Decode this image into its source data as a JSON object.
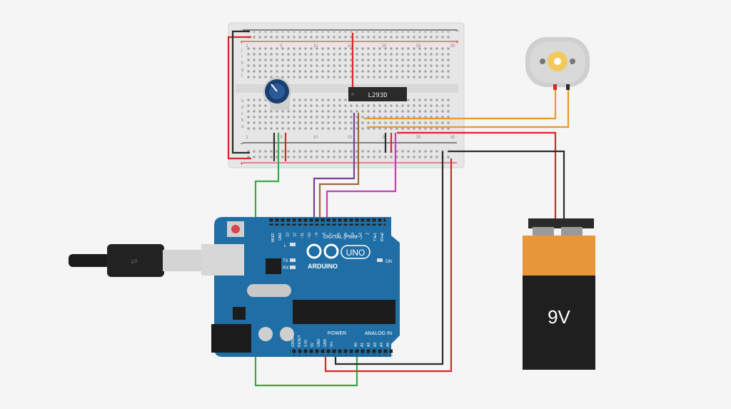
{
  "chip": {
    "label": "L293D"
  },
  "battery": {
    "label": "9V"
  },
  "arduino": {
    "logo": "ARDUINO",
    "model": "UNO",
    "digital_header": "DIGITAL (PWM~)",
    "power_header": "POWER",
    "analog_header": "ANALOG IN",
    "on_label": "ON",
    "tx_label": "TX",
    "rx_label": "RX",
    "l_label": "L",
    "digital_pins": [
      "AREF",
      "GND",
      "13",
      "12",
      "~11",
      "~10",
      "~9",
      "8",
      "7",
      "~6",
      "~5",
      "4",
      "~3",
      "2",
      "TX▸1",
      "RX◂0"
    ],
    "power_pins": [
      "IOREF",
      "RESET",
      "3.3V",
      "5V",
      "GND",
      "GND",
      "Vin"
    ],
    "analog_pins": [
      "A0",
      "A1",
      "A2",
      "A3",
      "A4",
      "A5"
    ]
  },
  "breadboard": {
    "row_letters_top": [
      "j",
      "i",
      "h",
      "g",
      "f"
    ],
    "row_letters_bottom": [
      "e",
      "d",
      "c",
      "b",
      "a"
    ],
    "column_numbers": [
      "1",
      "5",
      "10",
      "15",
      "20",
      "25",
      "30"
    ],
    "plus": "+",
    "minus": "−"
  },
  "colors": {
    "wire_red": "#d9262b",
    "wire_black": "#2b2b2b",
    "wire_green": "#3aa84a",
    "wire_purple": "#7a3fa0",
    "wire_brown": "#9b6b3d",
    "wire_magenta": "#c33fb6",
    "wire_orange": "#e89a2a",
    "board_blue": "#1f6fa6",
    "battery_orange": "#e8963a",
    "battery_black": "#1f1f1f"
  }
}
